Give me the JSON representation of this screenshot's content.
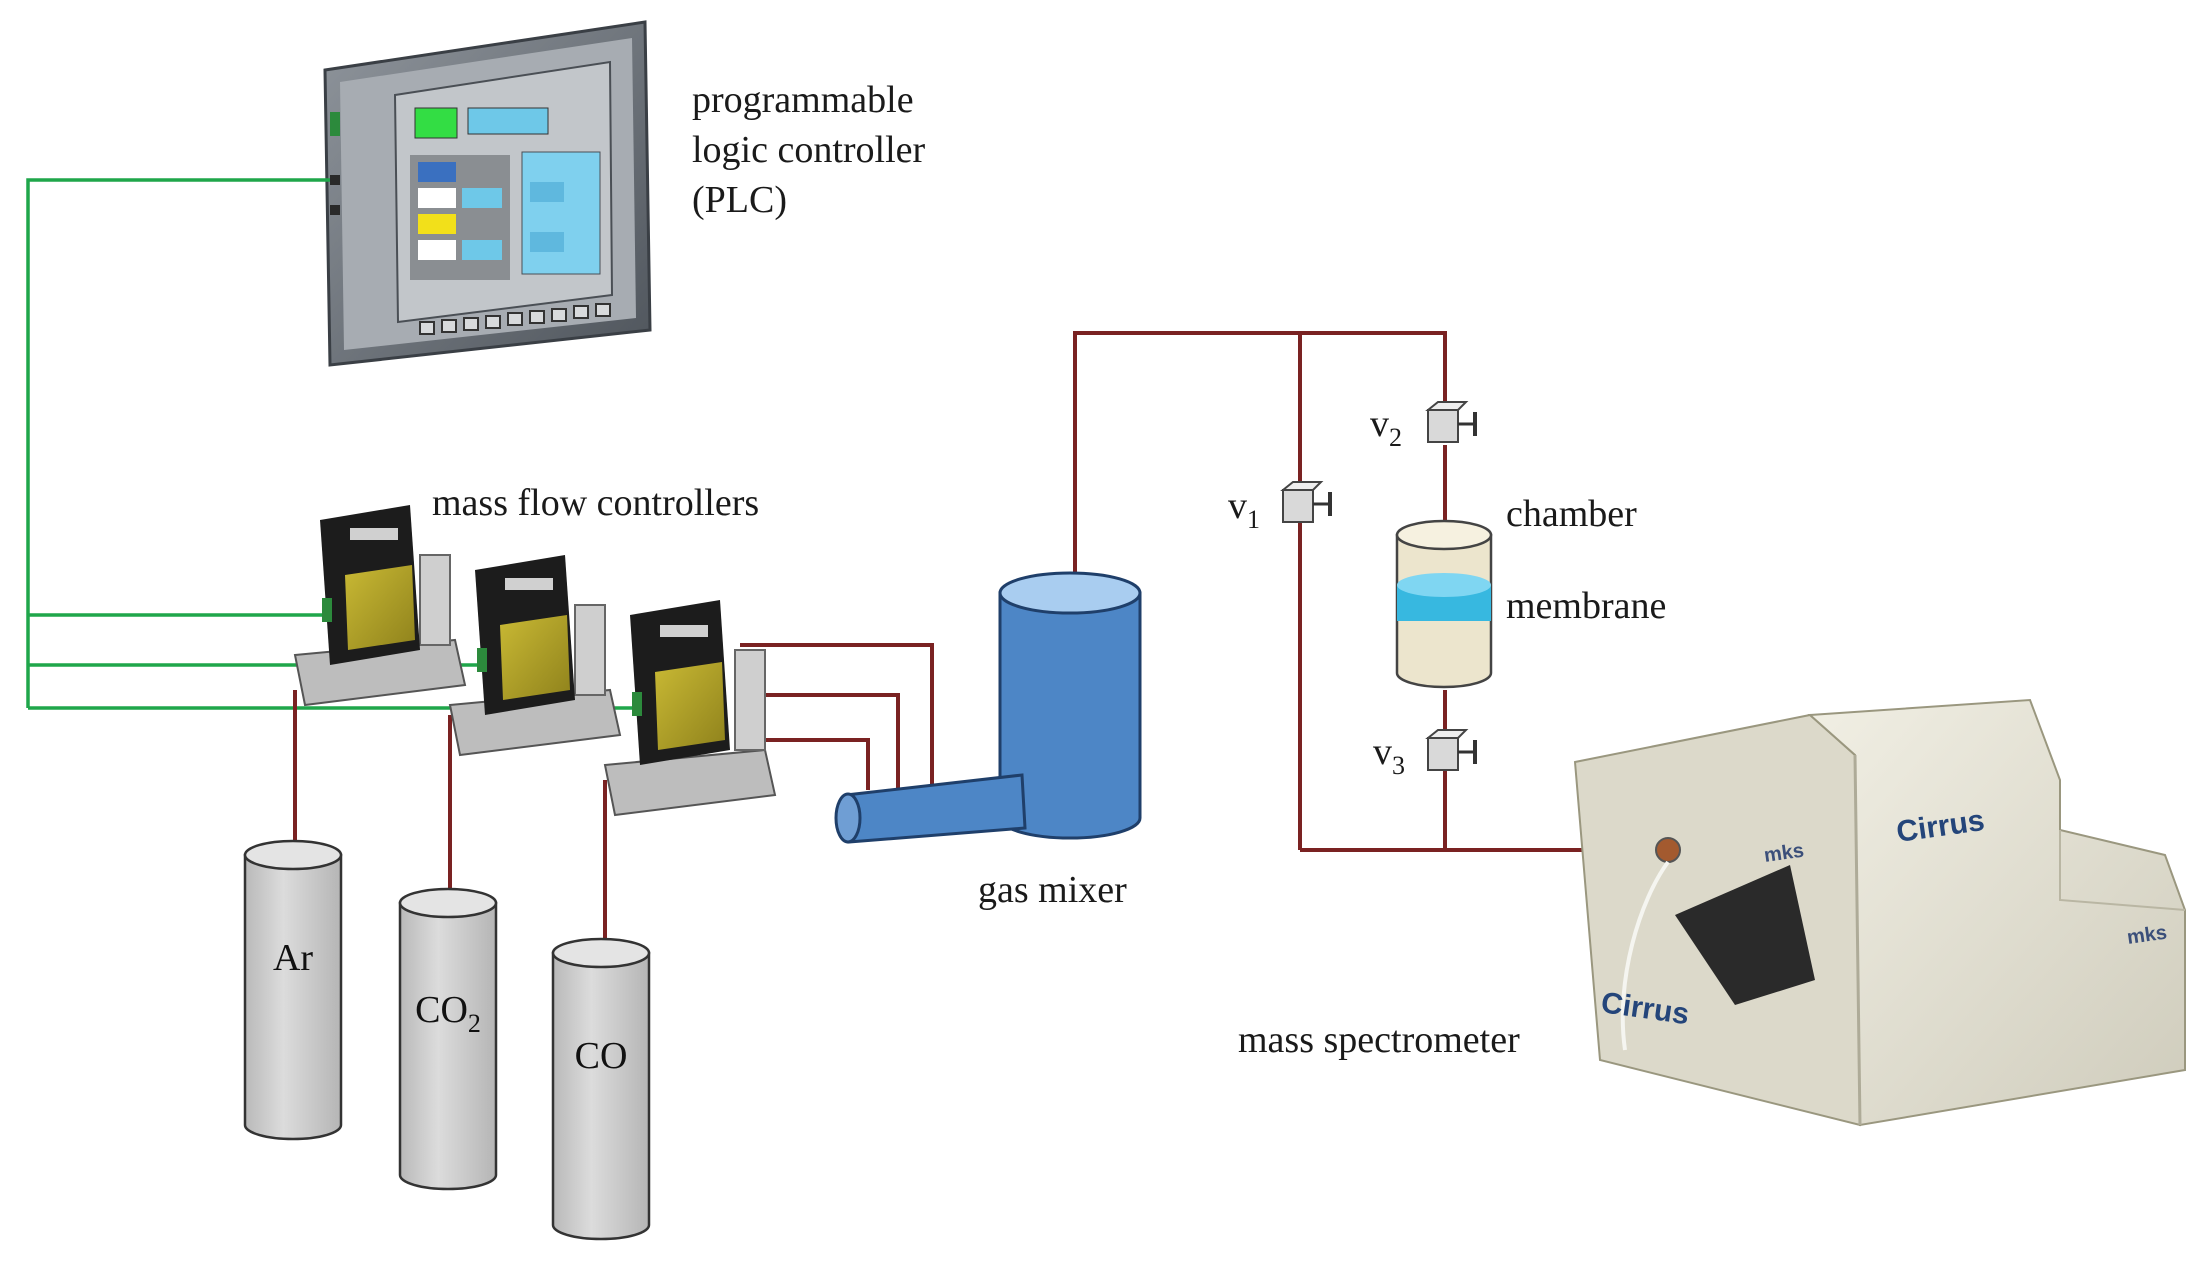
{
  "labels": {
    "plc_line1": "programmable",
    "plc_line2": "logic controller",
    "plc_line3": "(PLC)",
    "mfc": "mass flow controllers",
    "gas_mixer": "gas mixer",
    "chamber": "chamber",
    "membrane": "membrane",
    "mass_spectrometer": "mass spectrometer"
  },
  "valves": [
    {
      "base": "v",
      "sub": "1"
    },
    {
      "base": "v",
      "sub": "2"
    },
    {
      "base": "v",
      "sub": "3"
    }
  ],
  "cylinders": [
    {
      "base": "Ar",
      "sub": ""
    },
    {
      "base": "CO",
      "sub": "2"
    },
    {
      "base": "CO",
      "sub": ""
    }
  ],
  "instrument": {
    "brand_name": "Cirrus",
    "maker": "mks"
  },
  "colors": {
    "signal_line": "#1fa64a",
    "gas_line": "#7a2222",
    "mixer": "#4d86c6",
    "cylinder": "#cdcdcd",
    "membrane": "#37b8e0",
    "mfc_body": "#1c1c1c",
    "mfc_panel": "#b9a92a",
    "spectrometer": "#e6e3d4"
  }
}
